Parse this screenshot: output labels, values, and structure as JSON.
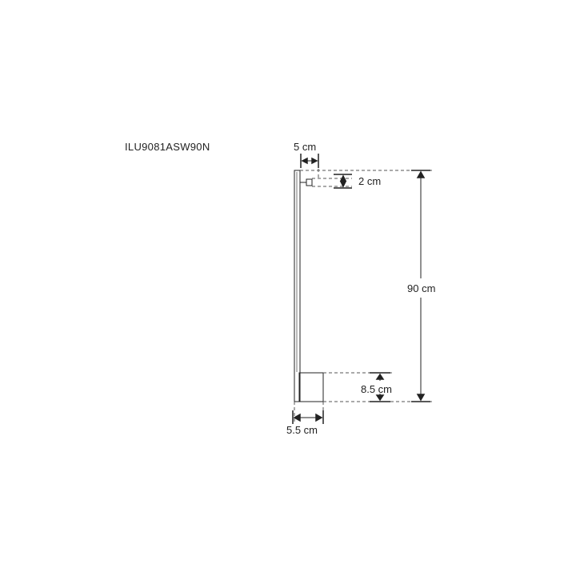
{
  "diagram": {
    "product_code": "ILU9081ASW90N",
    "dimensions": {
      "head_width": "5 cm",
      "head_height": "2 cm",
      "total_height": "90 cm",
      "base_height": "8.5 cm",
      "base_width": "5.5 cm"
    },
    "colors": {
      "line": "#222222",
      "dashed": "#555555",
      "background": "#ffffff"
    }
  }
}
